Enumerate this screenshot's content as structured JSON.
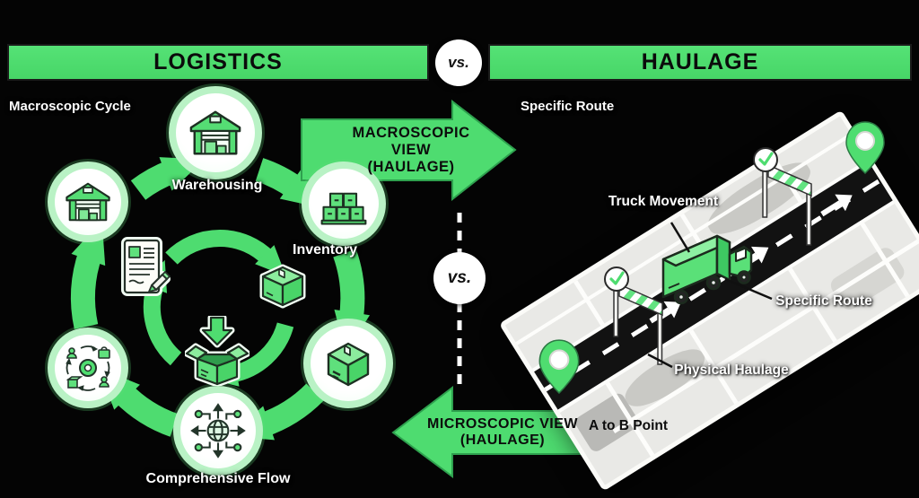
{
  "header": {
    "left_title": "LOGISTICS",
    "vs_label": "vs.",
    "right_title": "HAULAGE"
  },
  "left_panel": {
    "caption": "Macroscopic Cycle",
    "node_warehousing": "Warehousing",
    "node_inventory": "Inventory",
    "node_flow": "Comprehensive Flow"
  },
  "center": {
    "macro_line1": "MACROSCOPIC",
    "macro_line2": "VIEW",
    "macro_line3": "(HAULAGE)",
    "vs_label": "vs.",
    "micro_line1": "MICROSCOPIC VIEW",
    "micro_line2": "(HAULAGE)"
  },
  "right_panel": {
    "caption": "Specific Route",
    "label_truck_movement": "Truck Movement",
    "label_specific_route": "Specific Route",
    "label_physical_haulage": "Physical Haulage",
    "label_a_to_b": "A to B Point"
  },
  "icons": {
    "warehouse-icon": "warehouse building",
    "inventory-icon": "stacked boxes on pallet",
    "order-document-icon": "document with pencil",
    "package-icon": "sealed parcel box",
    "open-box-icon": "open box with incoming arrow",
    "supply-network-icon": "people and goods process cycle",
    "globe-distribution-icon": "globe with outward arrows",
    "location-pin-icon": "map location pin",
    "checkpoint-gantry-icon": "road checkpoint gantry",
    "truck-icon": "green delivery truck"
  },
  "colors": {
    "accent_green": "#4edc70",
    "pale_ring": "#b9f2c5",
    "map_surface": "#e9e9e6",
    "label_white": "#ffffff",
    "text_black": "#0d0d0d"
  }
}
